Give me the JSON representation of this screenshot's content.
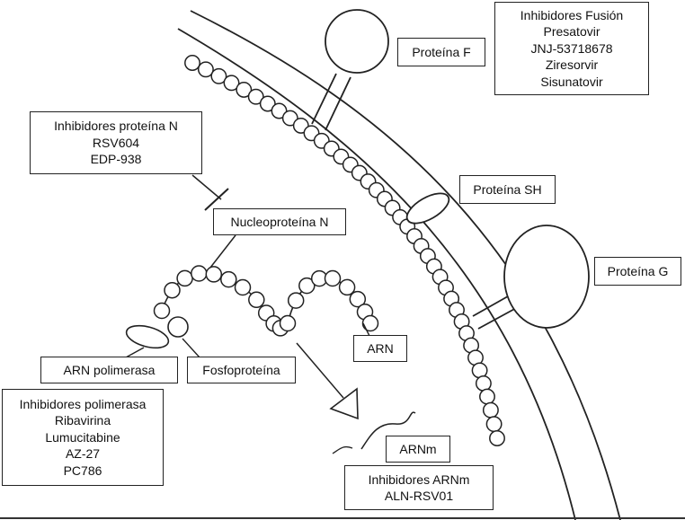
{
  "proteins": {
    "f": "Proteína F",
    "sh": "Proteína SH",
    "g": "Proteína G",
    "n": "Nucleoproteína N",
    "polymerase": "ARN polimerasa",
    "phospho": "Fosfoproteína",
    "rna": "ARN",
    "mrna": "ARNm"
  },
  "inhibitors": {
    "fusion": [
      "Inhibidores Fusión",
      "Presatovir",
      "JNJ-53718678",
      "Ziresorvir",
      "Sisunatovir"
    ],
    "n_protein": [
      "Inhibidores proteína N",
      "RSV604",
      "EDP-938"
    ],
    "polymerase": [
      "Inhibidores polimerasa",
      "Ribavirina",
      "Lumucitabine",
      "AZ-27",
      "PC786"
    ],
    "mrna": [
      "Inhibidores ARNm",
      "ALN-RSV01"
    ]
  }
}
